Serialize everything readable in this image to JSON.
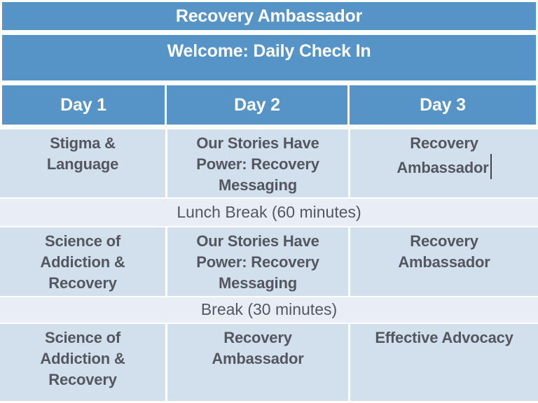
{
  "page": {
    "title": "Recovery Ambassador",
    "subtitle": "Welcome: Daily Check In"
  },
  "days": {
    "d1": "Day 1",
    "d2": "Day 2",
    "d3": "Day 3"
  },
  "schedule": {
    "row1": {
      "c1": "Stigma &\nLanguage",
      "c2": "Our Stories Have\nPower: Recovery\nMessaging",
      "c3": "Recovery\nAmbassador"
    },
    "break1": "Lunch Break (60 minutes)",
    "row2": {
      "c1": "Science of\nAddiction &\nRecovery",
      "c2": "Our Stories Have\nPower: Recovery\nMessaging",
      "c3": "Recovery\nAmbassador"
    },
    "break2": "Break (30 minutes)",
    "row3": {
      "c1": "Science of\nAddiction &\nRecovery",
      "c2": "Recovery\nAmbassador",
      "c3": "Effective Advocacy"
    }
  },
  "colors": {
    "header_blue": "#5694c8",
    "session_bg": "#d2dfec",
    "break_bg": "#e9eef6",
    "text_dark": "#54575f",
    "caret": "#41454e"
  }
}
